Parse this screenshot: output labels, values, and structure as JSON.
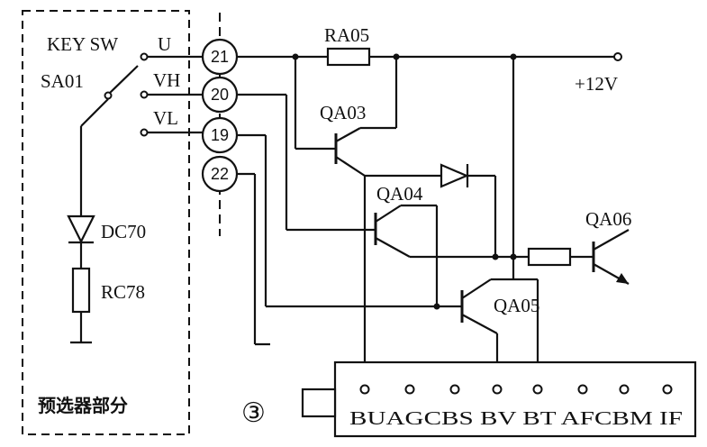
{
  "labels": {
    "key_sw": "KEY  SW",
    "sa01": "SA01",
    "u": "U",
    "vh": "VH",
    "vl": "VL",
    "dc70": "DC70",
    "rc78": "RC78",
    "section": "预选器部分",
    "ra05": "RA05",
    "plus12v": "+12V",
    "qa03": "QA03",
    "qa04": "QA04",
    "qa05": "QA05",
    "qa06": "QA06",
    "circle3": "③"
  },
  "pins": [
    "21",
    "20",
    "19",
    "22"
  ],
  "bus_labels": "BUAGCBS BV BT AFCBM IF"
}
